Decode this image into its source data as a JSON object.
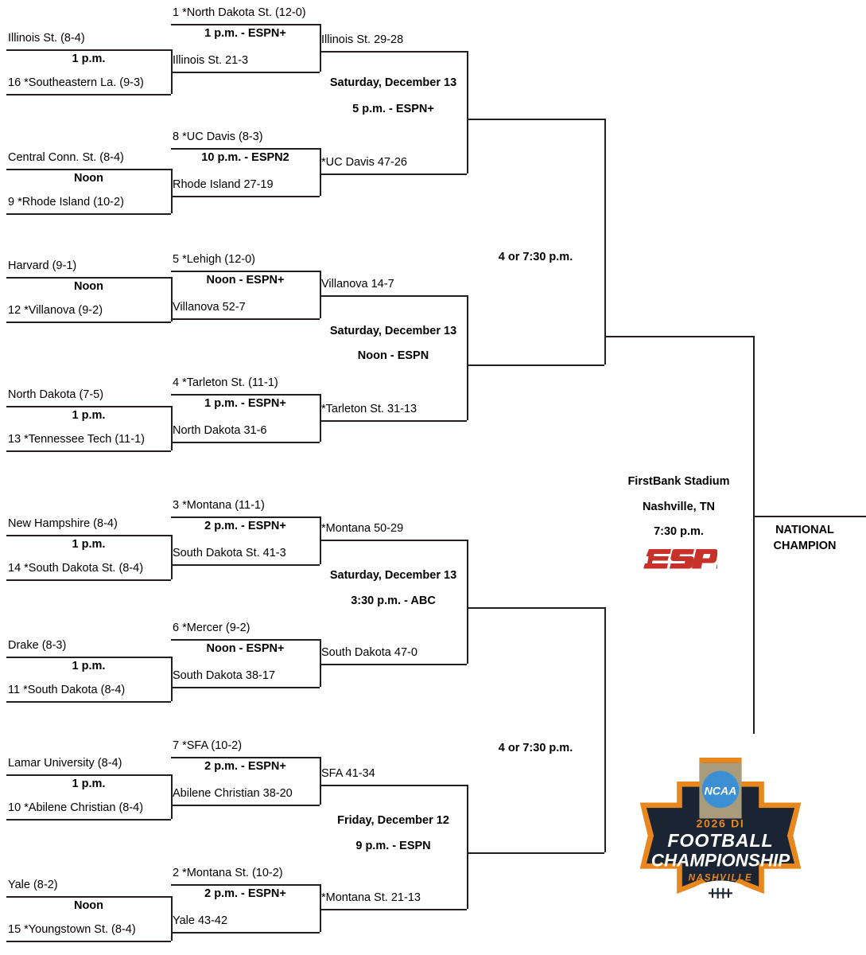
{
  "meta": {
    "title": "2026 NCAA Division I Football Championship Bracket"
  },
  "colors": {
    "line": "#231f20",
    "espn_red": "#c8302a",
    "logo_navy": "#1b2433",
    "logo_orange": "#e8871e",
    "logo_tan": "#a89c7c",
    "ncaa_blue": "#3d8fd4",
    "logo_white": "#ffffff"
  },
  "round1": [
    {
      "top_team": "Illinois St. (8-4)",
      "bottom_team": "16 *Southeastern La. (9-3)",
      "time": "1 p.m."
    },
    {
      "top_team": "Central Conn. St. (8-4)",
      "bottom_team": "9 *Rhode Island (10-2)",
      "time": "Noon"
    },
    {
      "top_team": "Harvard (9-1)",
      "bottom_team": "12 *Villanova (9-2)",
      "time": "Noon"
    },
    {
      "top_team": "North Dakota (7-5)",
      "bottom_team": "13 *Tennessee Tech (11-1)",
      "time": "1 p.m."
    },
    {
      "top_team": "New Hampshire (8-4)",
      "bottom_team": "14 *South Dakota St. (8-4)",
      "time": "1 p.m."
    },
    {
      "top_team": "Drake (8-3)",
      "bottom_team": "11 *South Dakota (8-4)",
      "time": "1 p.m."
    },
    {
      "top_team": "Lamar University (8-4)",
      "bottom_team": "10 *Abilene Christian (8-4)",
      "time": "1 p.m."
    },
    {
      "top_team": "Yale (8-2)",
      "bottom_team": "15 *Youngstown St. (8-4)",
      "time": "Noon"
    }
  ],
  "round2": [
    {
      "seed_team": "1 *North Dakota St. (12-0)",
      "time": "1 p.m. - ESPN+",
      "winner": "Illinois St. 21-3"
    },
    {
      "seed_team": "8 *UC Davis (8-3)",
      "time": "10 p.m. - ESPN2",
      "winner": "Rhode Island 27-19"
    },
    {
      "seed_team": "5 *Lehigh (12-0)",
      "time": "Noon - ESPN+",
      "winner": "Villanova 52-7"
    },
    {
      "seed_team": "4 *Tarleton St. (11-1)",
      "time": "1 p.m. - ESPN+",
      "winner": "North Dakota 31-6"
    },
    {
      "seed_team": "3 *Montana (11-1)",
      "time": "2 p.m. - ESPN+",
      "winner": "South Dakota St. 41-3"
    },
    {
      "seed_team": "6 *Mercer (9-2)",
      "time": "Noon - ESPN+",
      "winner": "South Dakota 38-17"
    },
    {
      "seed_team": "7 *SFA (10-2)",
      "time": "2 p.m. - ESPN+",
      "winner": "Abilene Christian 38-20"
    },
    {
      "seed_team": "2 *Montana St. (10-2)",
      "time": "2 p.m. - ESPN+",
      "winner": "Yale 43-42"
    }
  ],
  "quarterfinals": [
    {
      "top_result": "Illinois St. 29-28",
      "bottom_result": "*UC Davis 47-26",
      "date": "Saturday, December 13",
      "time": "5 p.m. - ESPN+"
    },
    {
      "top_result": "Villanova 14-7",
      "bottom_result": "*Tarleton St. 31-13",
      "date": "Saturday, December 13",
      "time": "Noon - ESPN"
    },
    {
      "top_result": "*Montana 50-29",
      "bottom_result": "South Dakota 47-0",
      "date": "Saturday, December 13",
      "time": "3:30 p.m. - ABC"
    },
    {
      "top_result": "SFA 41-34",
      "bottom_result": "*Montana St. 21-13",
      "date": "Friday, December 12",
      "time": "9 p.m. - ESPN"
    }
  ],
  "semifinals": [
    {
      "time": "4 or 7:30 p.m."
    },
    {
      "time": "4 or 7:30 p.m."
    }
  ],
  "final": {
    "venue": "FirstBank Stadium",
    "city": "Nashville, TN",
    "time": "7:30 p.m.",
    "network_icon": "espn-logo",
    "champion_label_line1": "NATIONAL",
    "champion_label_line2": "CHAMPION"
  },
  "championship_logo": {
    "icon": "ncaa-championship-logo",
    "ncaa_text": "NCAA",
    "year_line": "2026 DI",
    "word1": "FOOTBALL",
    "word2": "CHAMPIONSHIP",
    "city": "NASHVILLE"
  }
}
